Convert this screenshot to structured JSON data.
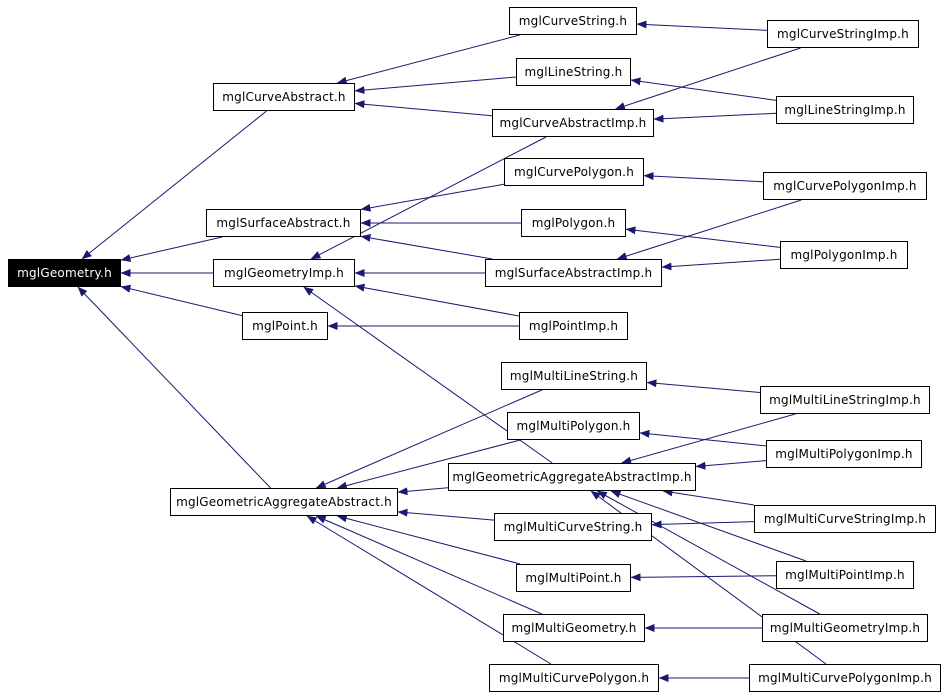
{
  "colors": {
    "edge": "#191970",
    "node_border": "#000000",
    "node_fill": "#ffffff",
    "root_fill": "#000000",
    "root_text": "#ffffff"
  },
  "nodes": {
    "mglGeometry": "mglGeometry.h",
    "mglCurveAbstract": "mglCurveAbstract.h",
    "mglSurfaceAbstract": "mglSurfaceAbstract.h",
    "mglGeometryImp": "mglGeometryImp.h",
    "mglPoint": "mglPoint.h",
    "mglGeometricAggregateAbstract": "mglGeometricAggregateAbstract.h",
    "mglCurveString": "mglCurveString.h",
    "mglLineString": "mglLineString.h",
    "mglCurveAbstractImp": "mglCurveAbstractImp.h",
    "mglCurvePolygon": "mglCurvePolygon.h",
    "mglPolygon": "mglPolygon.h",
    "mglSurfaceAbstractImp": "mglSurfaceAbstractImp.h",
    "mglPointImp": "mglPointImp.h",
    "mglMultiLineString": "mglMultiLineString.h",
    "mglMultiPolygon": "mglMultiPolygon.h",
    "mglGeometricAggregateAbstractImp": "mglGeometricAggregateAbstractImp.h",
    "mglMultiCurveString": "mglMultiCurveString.h",
    "mglMultiPoint": "mglMultiPoint.h",
    "mglMultiGeometry": "mglMultiGeometry.h",
    "mglMultiCurvePolygon": "mglMultiCurvePolygon.h",
    "mglCurveStringImp": "mglCurveStringImp.h",
    "mglLineStringImp": "mglLineStringImp.h",
    "mglCurvePolygonImp": "mglCurvePolygonImp.h",
    "mglPolygonImp": "mglPolygonImp.h",
    "mglMultiLineStringImp": "mglMultiLineStringImp.h",
    "mglMultiPolygonImp": "mglMultiPolygonImp.h",
    "mglMultiCurveStringImp": "mglMultiCurveStringImp.h",
    "mglMultiPointImp": "mglMultiPointImp.h",
    "mglMultiGeometryImp": "mglMultiGeometryImp.h",
    "mglMultiCurvePolygonImp": "mglMultiCurvePolygonImp.h"
  },
  "edges": [
    [
      "mglCurveAbstract",
      "mglGeometry"
    ],
    [
      "mglSurfaceAbstract",
      "mglGeometry"
    ],
    [
      "mglGeometryImp",
      "mglGeometry"
    ],
    [
      "mglPoint",
      "mglGeometry"
    ],
    [
      "mglGeometricAggregateAbstract",
      "mglGeometry"
    ],
    [
      "mglCurveString",
      "mglCurveAbstract"
    ],
    [
      "mglLineString",
      "mglCurveAbstract"
    ],
    [
      "mglCurveAbstractImp",
      "mglCurveAbstract"
    ],
    [
      "mglCurveAbstractImp",
      "mglGeometryImp"
    ],
    [
      "mglCurveStringImp",
      "mglCurveString"
    ],
    [
      "mglCurveStringImp",
      "mglCurveAbstractImp"
    ],
    [
      "mglLineStringImp",
      "mglLineString"
    ],
    [
      "mglLineStringImp",
      "mglCurveAbstractImp"
    ],
    [
      "mglCurvePolygon",
      "mglSurfaceAbstract"
    ],
    [
      "mglPolygon",
      "mglSurfaceAbstract"
    ],
    [
      "mglSurfaceAbstractImp",
      "mglSurfaceAbstract"
    ],
    [
      "mglSurfaceAbstractImp",
      "mglGeometryImp"
    ],
    [
      "mglCurvePolygonImp",
      "mglCurvePolygon"
    ],
    [
      "mglCurvePolygonImp",
      "mglSurfaceAbstractImp"
    ],
    [
      "mglPolygonImp",
      "mglPolygon"
    ],
    [
      "mglPolygonImp",
      "mglSurfaceAbstractImp"
    ],
    [
      "mglPointImp",
      "mglPoint"
    ],
    [
      "mglPointImp",
      "mglGeometryImp"
    ],
    [
      "mglGeometricAggregateAbstractImp",
      "mglGeometryImp"
    ],
    [
      "mglMultiLineString",
      "mglGeometricAggregateAbstract"
    ],
    [
      "mglMultiPolygon",
      "mglGeometricAggregateAbstract"
    ],
    [
      "mglGeometricAggregateAbstractImp",
      "mglGeometricAggregateAbstract"
    ],
    [
      "mglMultiCurveString",
      "mglGeometricAggregateAbstract"
    ],
    [
      "mglMultiPoint",
      "mglGeometricAggregateAbstract"
    ],
    [
      "mglMultiGeometry",
      "mglGeometricAggregateAbstract"
    ],
    [
      "mglMultiCurvePolygon",
      "mglGeometricAggregateAbstract"
    ],
    [
      "mglMultiLineStringImp",
      "mglMultiLineString"
    ],
    [
      "mglMultiLineStringImp",
      "mglGeometricAggregateAbstractImp"
    ],
    [
      "mglMultiPolygonImp",
      "mglMultiPolygon"
    ],
    [
      "mglMultiPolygonImp",
      "mglGeometricAggregateAbstractImp"
    ],
    [
      "mglMultiCurveStringImp",
      "mglMultiCurveString"
    ],
    [
      "mglMultiCurveStringImp",
      "mglGeometricAggregateAbstractImp"
    ],
    [
      "mglMultiPointImp",
      "mglMultiPoint"
    ],
    [
      "mglMultiPointImp",
      "mglGeometricAggregateAbstractImp"
    ],
    [
      "mglMultiGeometryImp",
      "mglMultiGeometry"
    ],
    [
      "mglMultiGeometryImp",
      "mglGeometricAggregateAbstractImp"
    ],
    [
      "mglMultiCurvePolygonImp",
      "mglMultiCurvePolygon"
    ],
    [
      "mglMultiCurvePolygonImp",
      "mglGeometricAggregateAbstractImp"
    ]
  ]
}
